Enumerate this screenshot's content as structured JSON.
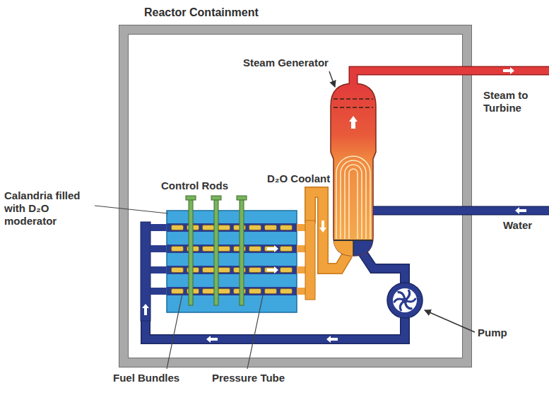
{
  "diagram": {
    "nodes": [
      {
        "text": [
          "Reactor Containment"
        ]
      }
    ],
    "labels": [
      "Steam Generator",
      "Steam to Turbine",
      "Control Rods",
      "D₂O Coolant",
      "Water",
      "Calandria filled with D₂O moderator",
      "Pump",
      "Fuel Bundles",
      "Pressure Tube"
    ]
  }
}
